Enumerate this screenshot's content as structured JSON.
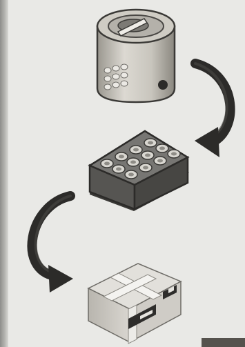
{
  "diagram": {
    "steps": [
      {
        "name": "storage-canister"
      },
      {
        "name": "vial-rack"
      },
      {
        "name": "shipping-box"
      }
    ],
    "colors": {
      "ink": "#2c2b29",
      "canister_body": "#c9c6be",
      "canister_shadow": "#8f8c85",
      "rack_top": "#6e6d6a",
      "rack_side": "#4d4c49",
      "vial_cap": "#d9d7d1",
      "box_light": "#e4e2dd",
      "box_shade": "#b9b6b0"
    }
  }
}
